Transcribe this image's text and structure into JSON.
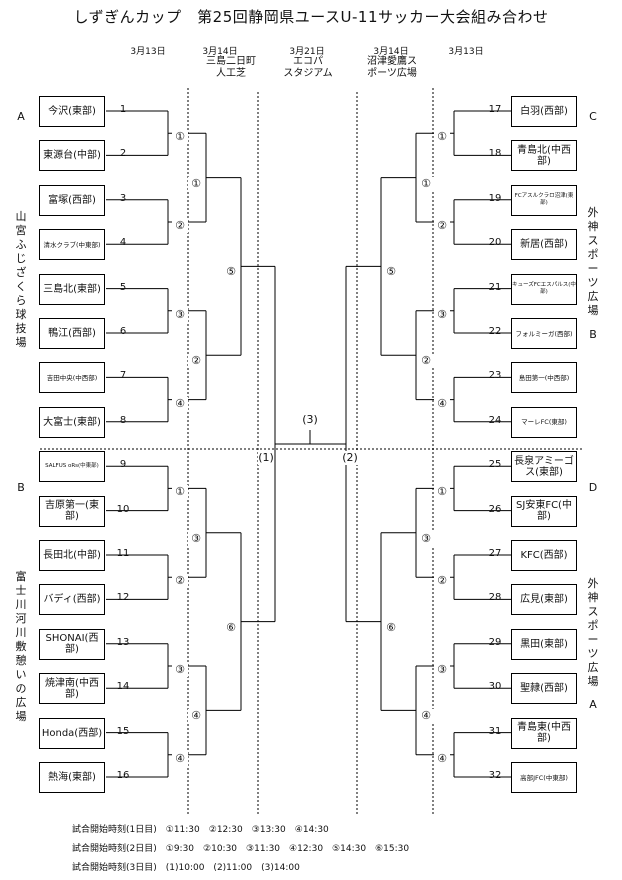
{
  "title": "しずぎんカップ　第25回静岡県ユースU-11サッカー大会組み合わせ",
  "dates": {
    "left_round1": "3月13日",
    "left_round2": "3月14日",
    "final_day": "3月21日",
    "right_round2": "3月14日",
    "right_round1": "3月13日"
  },
  "venues": {
    "left": [
      "三島二日町",
      "人工芝"
    ],
    "center": [
      "エコパ",
      "スタジアム"
    ],
    "right": [
      "沼津愛鷹ス",
      "ポーツ広場"
    ]
  },
  "group_labels": {
    "A": "A",
    "B": "B",
    "C": "C",
    "D": "D",
    "B_right": "B",
    "A_right": "A"
  },
  "side_venues": {
    "left_top": "山宮ふじざくら球技場",
    "left_bottom": "富士川河川敷憩いの広場",
    "right_top": "外神スポーツ広場",
    "right_bottom": "外神スポーツ広場"
  },
  "teams_left": [
    {
      "num": "1",
      "name": "今沢(東部)"
    },
    {
      "num": "2",
      "name": "東源台(中部)"
    },
    {
      "num": "3",
      "name": "富塚(西部)"
    },
    {
      "num": "4",
      "name": "清水クラブ(中東部)"
    },
    {
      "num": "5",
      "name": "三島北(東部)"
    },
    {
      "num": "6",
      "name": "鴨江(西部)"
    },
    {
      "num": "7",
      "name": "吉田中央(中西部)"
    },
    {
      "num": "8",
      "name": "大富士(東部)"
    },
    {
      "num": "9",
      "name": "SALFUS oRs(中東部)"
    },
    {
      "num": "10",
      "name": "吉原第一(東部)"
    },
    {
      "num": "11",
      "name": "長田北(中部)"
    },
    {
      "num": "12",
      "name": "バディ(西部)"
    },
    {
      "num": "13",
      "name": "SHONAI(西部)"
    },
    {
      "num": "14",
      "name": "焼津南(中西部)"
    },
    {
      "num": "15",
      "name": "Honda(西部)"
    },
    {
      "num": "16",
      "name": "熱海(東部)"
    }
  ],
  "teams_right": [
    {
      "num": "17",
      "name": "白羽(西部)"
    },
    {
      "num": "18",
      "name": "青島北(中西部)"
    },
    {
      "num": "19",
      "name": "FCアスルクラロ沼津(東部)"
    },
    {
      "num": "20",
      "name": "新居(西部)"
    },
    {
      "num": "21",
      "name": "キューズFCエスパルス(中部)"
    },
    {
      "num": "22",
      "name": "フォルミーガ(西部)"
    },
    {
      "num": "23",
      "name": "島田第一(中西部)"
    },
    {
      "num": "24",
      "name": "マーレFC(東部)"
    },
    {
      "num": "25",
      "name": "長泉アミーゴス(東部)"
    },
    {
      "num": "26",
      "name": "SJ安東FC(中部)"
    },
    {
      "num": "27",
      "name": "KFC(西部)"
    },
    {
      "num": "28",
      "name": "広見(東部)"
    },
    {
      "num": "29",
      "name": "黒田(東部)"
    },
    {
      "num": "30",
      "name": "聖隷(西部)"
    },
    {
      "num": "31",
      "name": "青島東(中西部)"
    },
    {
      "num": "32",
      "name": "高部JFC(中東部)"
    }
  ],
  "match_marks": {
    "r1": [
      "①",
      "②",
      "③",
      "④"
    ],
    "r2": [
      "①",
      "②",
      "③",
      "④"
    ],
    "qf": [
      "⑤",
      "⑥"
    ],
    "sf": [
      "(1)",
      "(2)"
    ],
    "final": "(3)"
  },
  "schedule": [
    "試合開始時刻(1日目)　①11:30　②12:30　③13:30　④14:30",
    "試合開始時刻(2日目)　①9:30　②10:30　③11:30　④12:30　⑤14:30　⑥15:30",
    "試合開始時刻(3日目)　(1)10:00　(2)11:00　(3)14:00"
  ]
}
